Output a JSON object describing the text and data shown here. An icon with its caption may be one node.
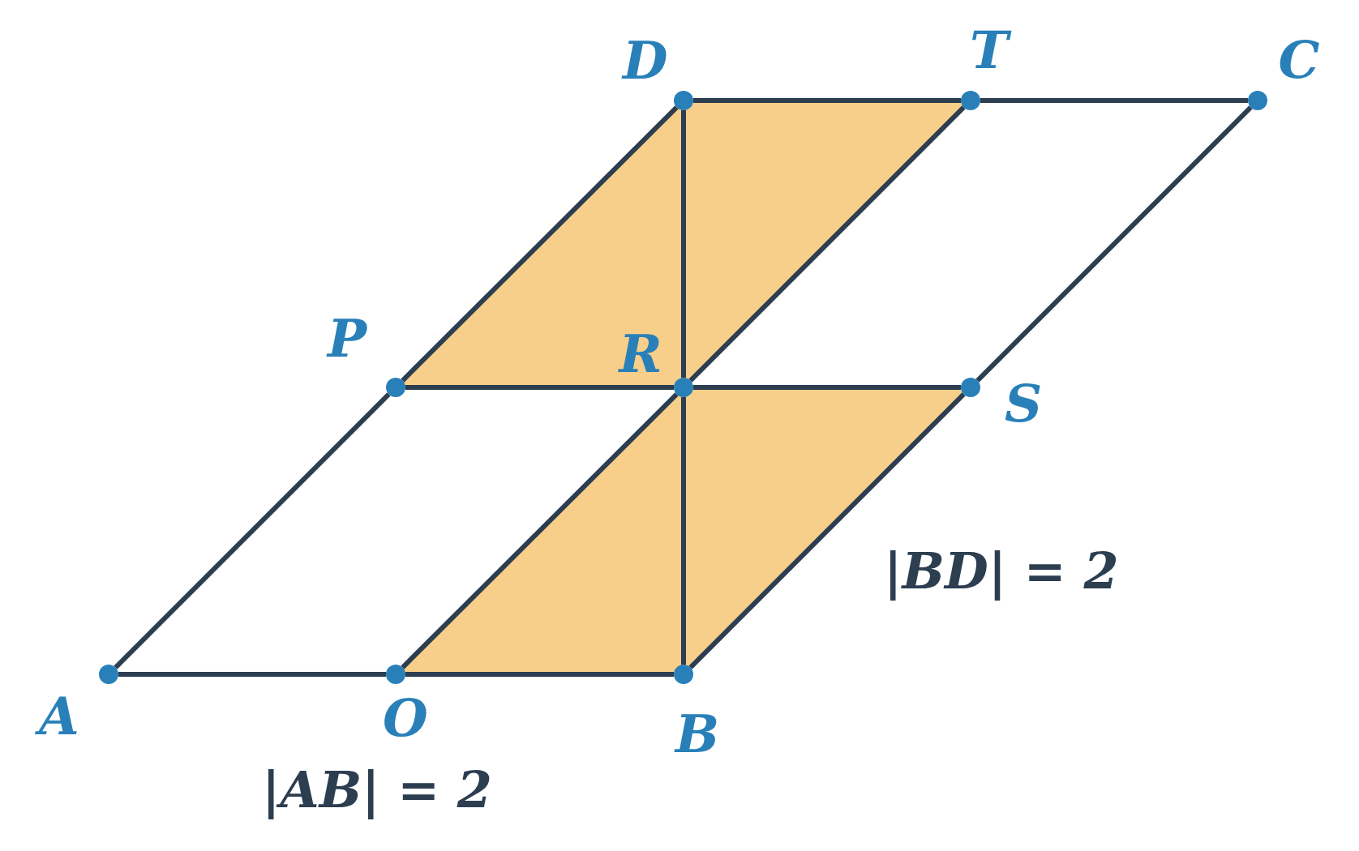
{
  "diagram": {
    "nodes": [
      {
        "text": [],
        "shape": "circle",
        "beside": [
          "A"
        ]
      },
      {
        "text": [],
        "shape": "circle",
        "beside": [
          "O"
        ]
      },
      {
        "text": [],
        "shape": "circle",
        "beside": [
          "B"
        ]
      },
      {
        "text": [],
        "shape": "circle",
        "beside": [
          "P"
        ]
      },
      {
        "text": [],
        "shape": "circle",
        "beside": [
          "R"
        ]
      },
      {
        "text": [],
        "shape": "circle",
        "beside": [
          "S"
        ]
      },
      {
        "text": [],
        "shape": "circle",
        "beside": [
          "D"
        ]
      },
      {
        "text": [],
        "shape": "circle",
        "beside": [
          "T"
        ]
      },
      {
        "text": [],
        "shape": "circle",
        "beside": [
          "C"
        ]
      }
    ],
    "edges": [
      {
        "from": 0,
        "to": 1,
        "arrow": "none"
      },
      {
        "from": 1,
        "to": 2,
        "arrow": "none"
      },
      {
        "from": 3,
        "to": 4,
        "arrow": "none"
      },
      {
        "from": 4,
        "to": 5,
        "arrow": "none"
      },
      {
        "from": 6,
        "to": 7,
        "arrow": "none"
      },
      {
        "from": 7,
        "to": 8,
        "arrow": "none"
      },
      {
        "from": 0,
        "to": 3,
        "arrow": "none"
      },
      {
        "from": 3,
        "to": 6,
        "arrow": "none"
      },
      {
        "from": 1,
        "to": 4,
        "arrow": "none"
      },
      {
        "from": 4,
        "to": 7,
        "arrow": "none"
      },
      {
        "from": 2,
        "to": 5,
        "arrow": "none"
      },
      {
        "from": 5,
        "to": 8,
        "arrow": "none"
      },
      {
        "from": 6,
        "to": 4,
        "arrow": "none"
      },
      {
        "from": 4,
        "to": 2,
        "arrow": "none"
      }
    ],
    "labels": [
      "|AB| = 2",
      "|BD| = 2"
    ]
  }
}
